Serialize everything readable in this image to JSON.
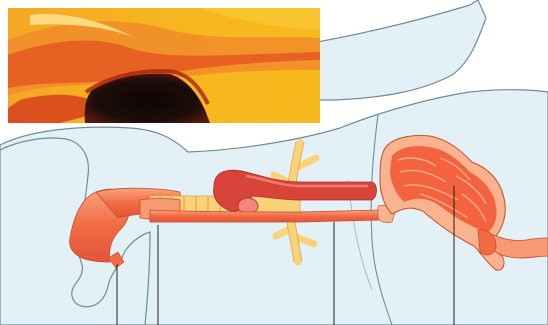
{
  "figure": {
    "subject": "anatomical-illustration-upper-digestive-tract",
    "inset_panel": "endoscopic-view-of-esophageal-lumen",
    "leader_line_count": 4,
    "colors": {
      "body_fill": "#e3f1f6",
      "body_outline": "#6f8c99",
      "organ_orange": "#f26b43",
      "organ_light": "#f9b38f",
      "stomach_orange": "#f3633f",
      "cartilage_yellow": "#f9d27a",
      "aorta_red": "#d9443a",
      "inset_yellow": "#f6b01f",
      "inset_dark": "#1a0c09",
      "leader_line": "#222222"
    }
  }
}
